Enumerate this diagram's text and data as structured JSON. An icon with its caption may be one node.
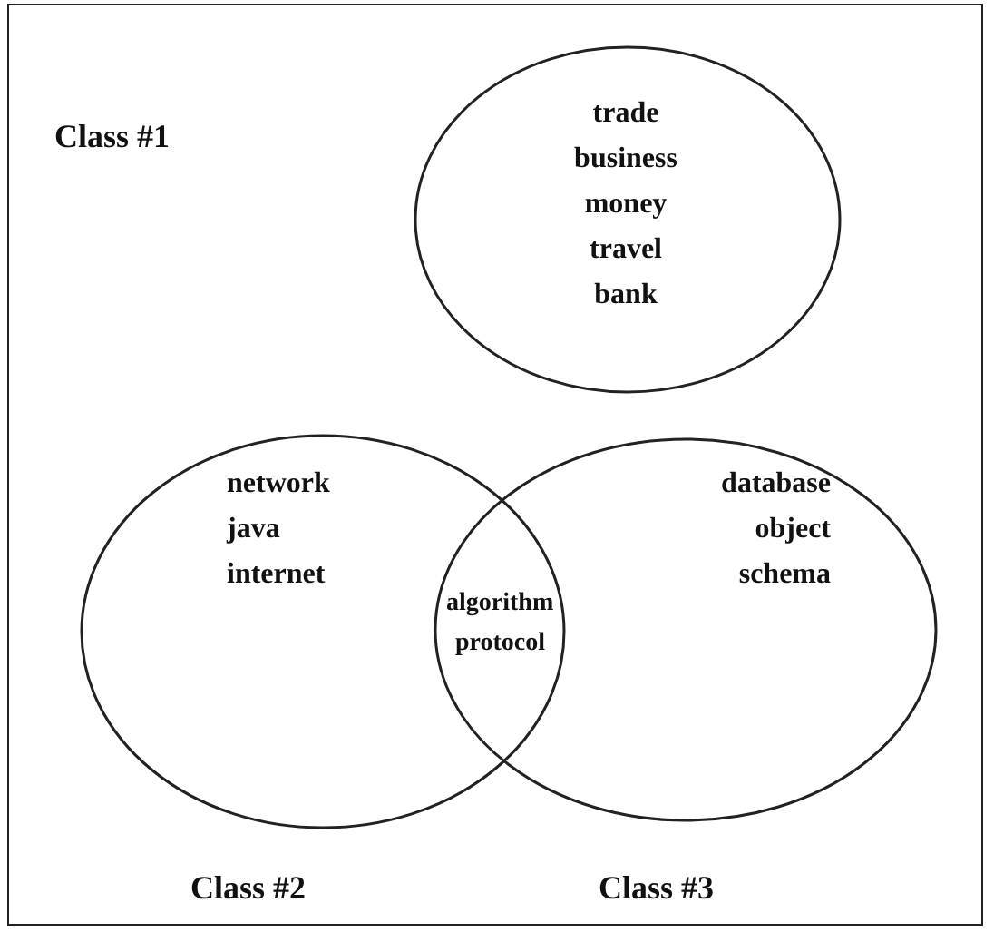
{
  "diagram": {
    "nodes": [
      {
        "text": [
          "trade",
          "business",
          "money",
          "travel",
          "bank"
        ]
      },
      {
        "text": [
          "network",
          "java",
          "internet"
        ]
      },
      {
        "text": [
          "database",
          "object",
          "schema"
        ]
      }
    ],
    "labels": [
      "Class #1",
      "algorithm",
      "protocol",
      "Class #2",
      "Class #3"
    ]
  }
}
